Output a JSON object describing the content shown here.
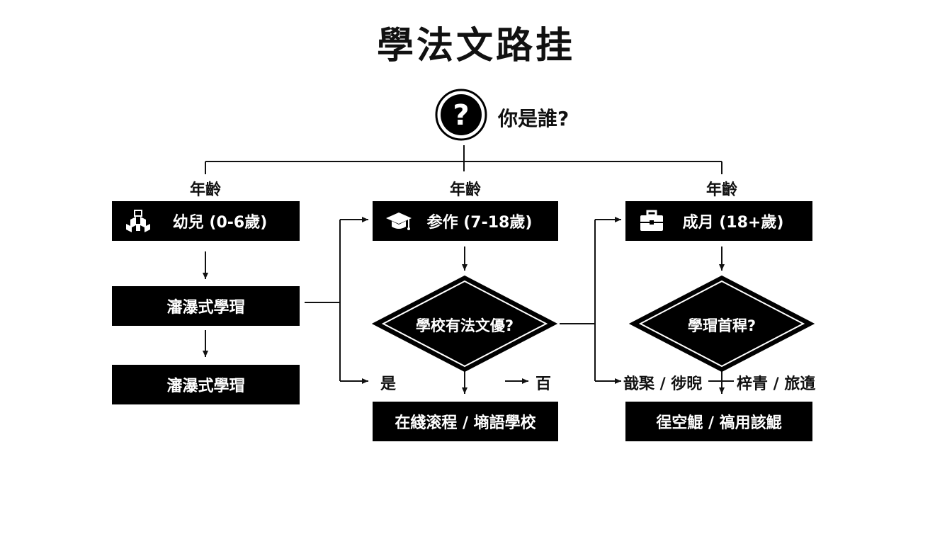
{
  "title": "學法文路挂",
  "root": {
    "question": "你是誰?",
    "icon": "question-circle-icon"
  },
  "branches": [
    {
      "age_label": "年齡",
      "group": "幼兒 (0-6歲)",
      "icon": "toy-blocks-icon",
      "steps": [
        "瀋瀑式學瑁",
        "瀋瀑式學瑁"
      ]
    },
    {
      "age_label": "年齡",
      "group": "参作 (7-18歲)",
      "icon": "graduation-cap-icon",
      "decision": "學校有法文優?",
      "yes_label": "是",
      "no_label": "百",
      "result": "在綫滚程 / 墒語學校"
    },
    {
      "age_label": "年齡",
      "group": "成月 (18+歲)",
      "icon": "briefcase-icon",
      "decision": "學瑁首稈?",
      "left_label": "戠棸 / 徏晲",
      "right_label": "梓青 / 旅遀",
      "result": "徎空鯤 / 禞用該鯤"
    }
  ],
  "colors": {
    "box": "#000000",
    "text_on_box": "#ffffff",
    "line": "#111111"
  }
}
